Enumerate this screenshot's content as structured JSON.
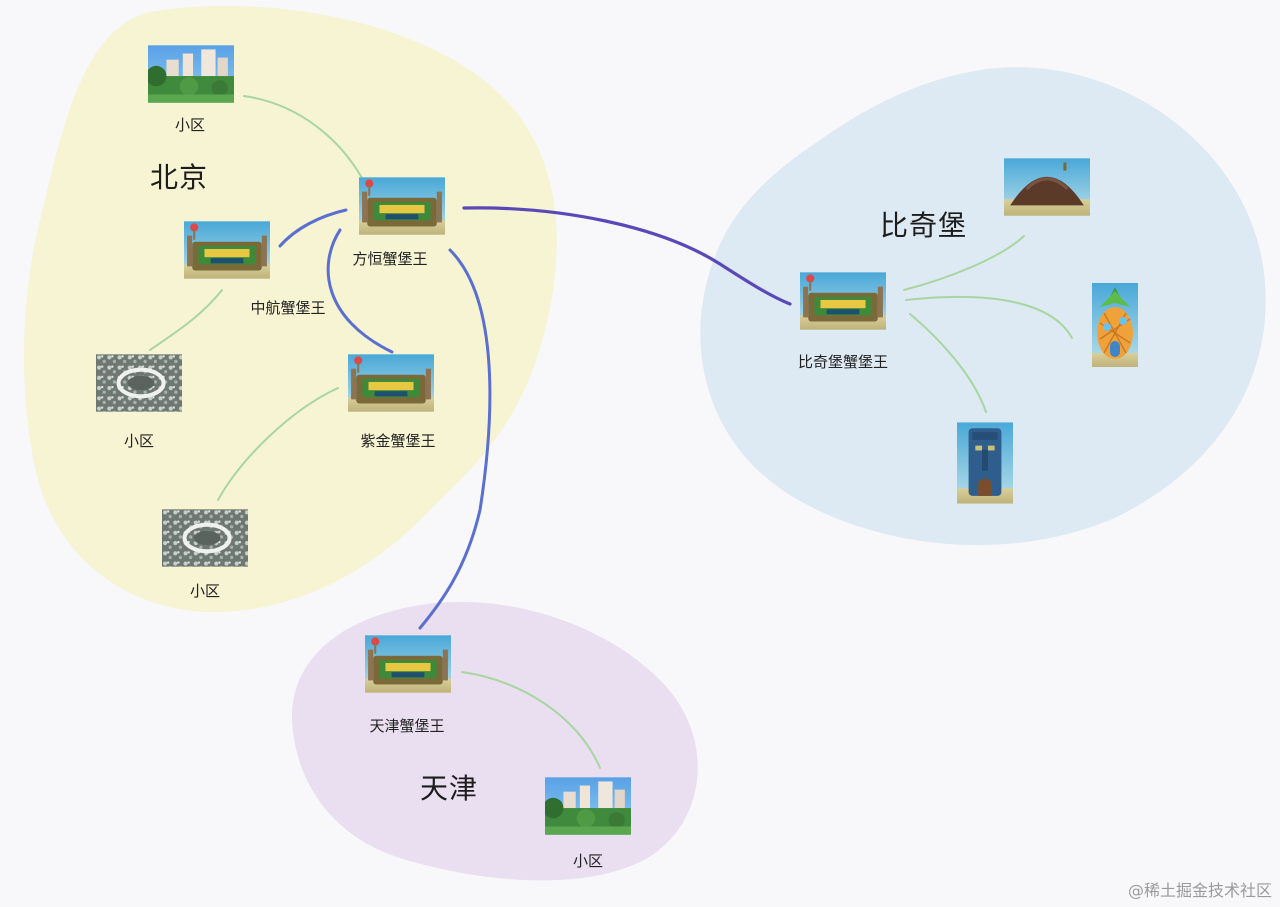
{
  "regions": {
    "beijing": {
      "label": "北京",
      "color": "#f6f4d2"
    },
    "bikini": {
      "label": "比奇堡",
      "color": "#dde9f3"
    },
    "tianjin": {
      "label": "天津",
      "color": "#e9dff0"
    }
  },
  "nodes": {
    "fangheng": {
      "label": "方恒蟹堡王",
      "icon": "krusty-krab-image"
    },
    "zhonghang": {
      "label": "中航蟹堡王",
      "icon": "krusty-krab-image"
    },
    "zijin": {
      "label": "紫金蟹堡王",
      "icon": "krusty-krab-image"
    },
    "tianjin_store": {
      "label": "天津蟹堡王",
      "icon": "krusty-krab-image"
    },
    "bikini_store": {
      "label": "比奇堡蟹堡王",
      "icon": "krusty-krab-image"
    },
    "bj_community_1": {
      "label": "小区",
      "icon": "apartment-buildings-image"
    },
    "bj_community_2": {
      "label": "小区",
      "icon": "aerial-neighborhood-image"
    },
    "bj_community_3": {
      "label": "小区",
      "icon": "aerial-neighborhood-image"
    },
    "tj_community": {
      "label": "小区",
      "icon": "apartment-buildings-image"
    },
    "patrick_house": {
      "label": "",
      "icon": "rock-dome-house-image"
    },
    "pineapple_house": {
      "label": "",
      "icon": "pineapple-house-image"
    },
    "squidward_house": {
      "label": "",
      "icon": "moai-house-image"
    }
  },
  "colors": {
    "store_link": "#5a6fd0",
    "inter_city_link": "#5b48b8",
    "community_link": "#a8d6a0"
  },
  "watermark": "@稀土掘金技术社区"
}
